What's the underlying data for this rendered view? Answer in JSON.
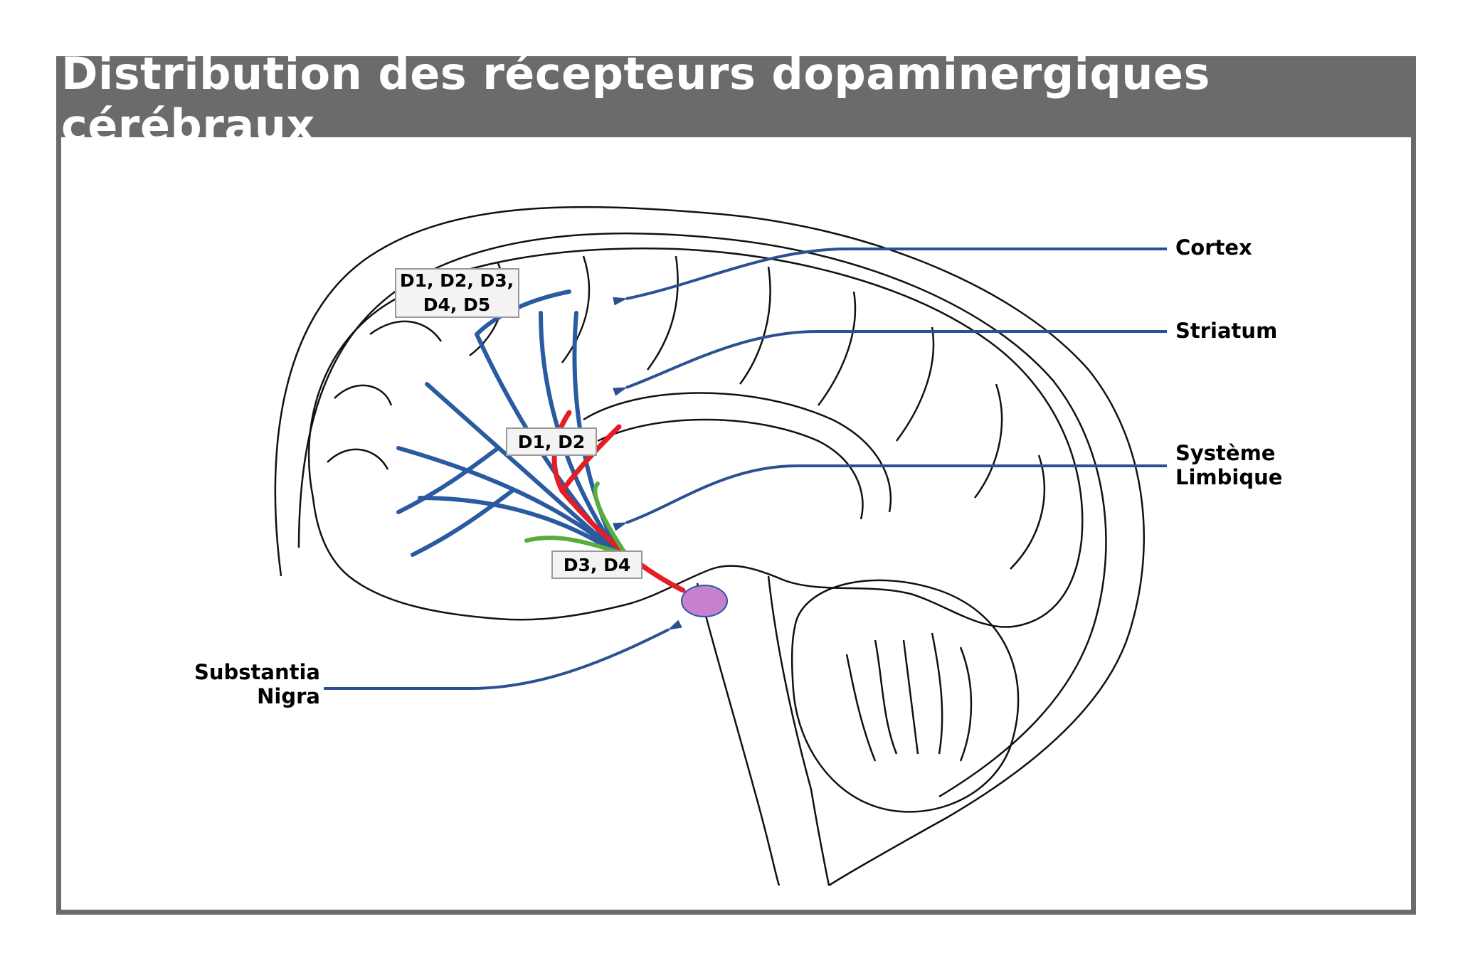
{
  "title": "Distribution des récepteurs dopaminergiques cérébraux",
  "colors": {
    "frame": "#6b6b6b",
    "pointer": "#2b5193",
    "pathway_blue": "#2a5aa0",
    "pathway_red": "#e31e24",
    "pathway_green": "#5aac3b",
    "substantia": "#c77fd0"
  },
  "labels": {
    "cortex": "Cortex",
    "striatum": "Striatum",
    "limbic_1": "Système",
    "limbic_2": "Limbique",
    "substantia_1": "Substantia",
    "substantia_2": "Nigra"
  },
  "receptor_boxes": {
    "cortical_1": "D1, D2, D3,",
    "cortical_2": "D4, D5",
    "striatal": "D1, D2",
    "limbic": "D3, D4"
  }
}
